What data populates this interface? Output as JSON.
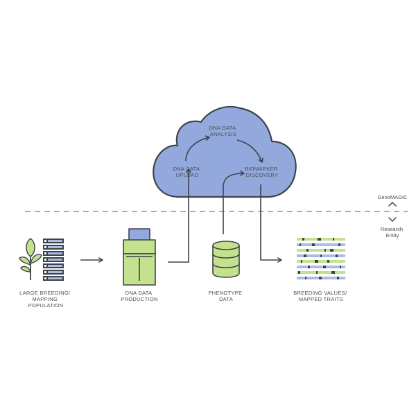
{
  "cloud": {
    "analysis": [
      "DNA DATA",
      "ANALYSIS"
    ],
    "upload": [
      "DNA DATA",
      "UPLOAD"
    ],
    "discovery": [
      "BIOMARKER",
      "DISCOVERY"
    ]
  },
  "divider": {
    "above_label": "GenoMAGIC",
    "below_label": [
      "Research",
      "Entity"
    ]
  },
  "stages": {
    "population": [
      "LARGE BREEDING/",
      "MAPPING",
      "POPULATION"
    ],
    "production": [
      "DNA DATA",
      "PRODUCTION"
    ],
    "phenotype": [
      "PHENOTYPE",
      "DATA"
    ],
    "breeding": [
      "BREEDING VALUES/",
      "MAPPED TRAITS"
    ]
  },
  "colors": {
    "cloud_fill": "#93a9dd",
    "outline": "#3d4349",
    "green": "#c4e18e",
    "blue_bar": "#a9bce6",
    "dark": "#3d4349"
  }
}
